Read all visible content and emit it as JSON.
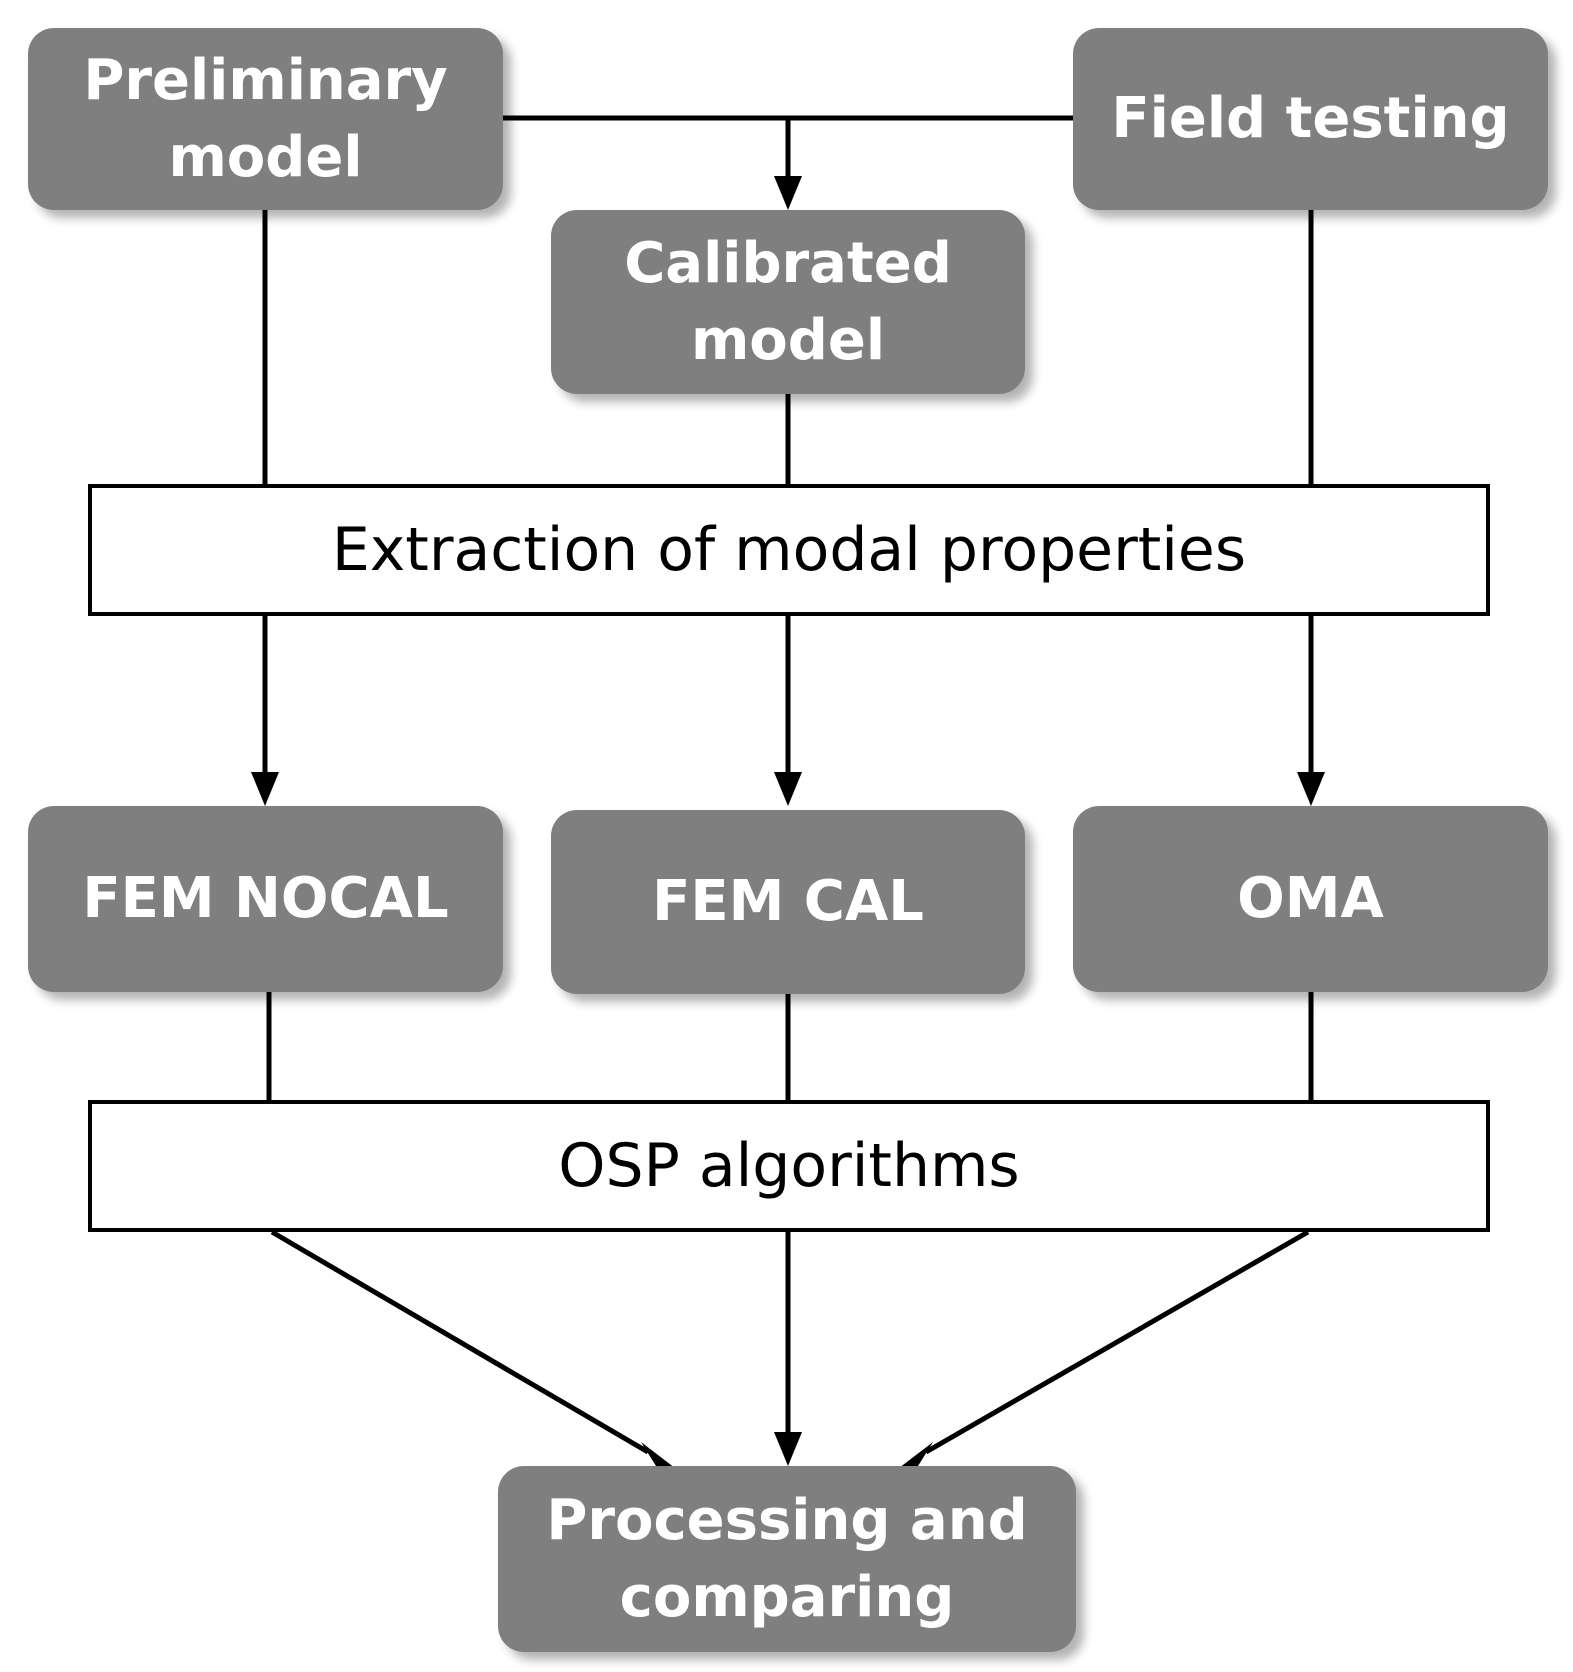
{
  "diagram": {
    "nodes": {
      "preliminary_model": "Preliminary\nmodel",
      "field_testing": "Field testing",
      "calibrated_model": "Calibrated\nmodel",
      "extraction": "Extraction of modal properties",
      "fem_nocal": "FEM NOCAL",
      "fem_cal": "FEM CAL",
      "oma": "OMA",
      "osp_algorithms": "OSP algorithms",
      "processing": "Processing and\ncomparing"
    },
    "colors": {
      "node_fill": "#7f7f7f",
      "node_text": "#ffffff",
      "line": "#000000",
      "box_border": "#000000"
    }
  }
}
